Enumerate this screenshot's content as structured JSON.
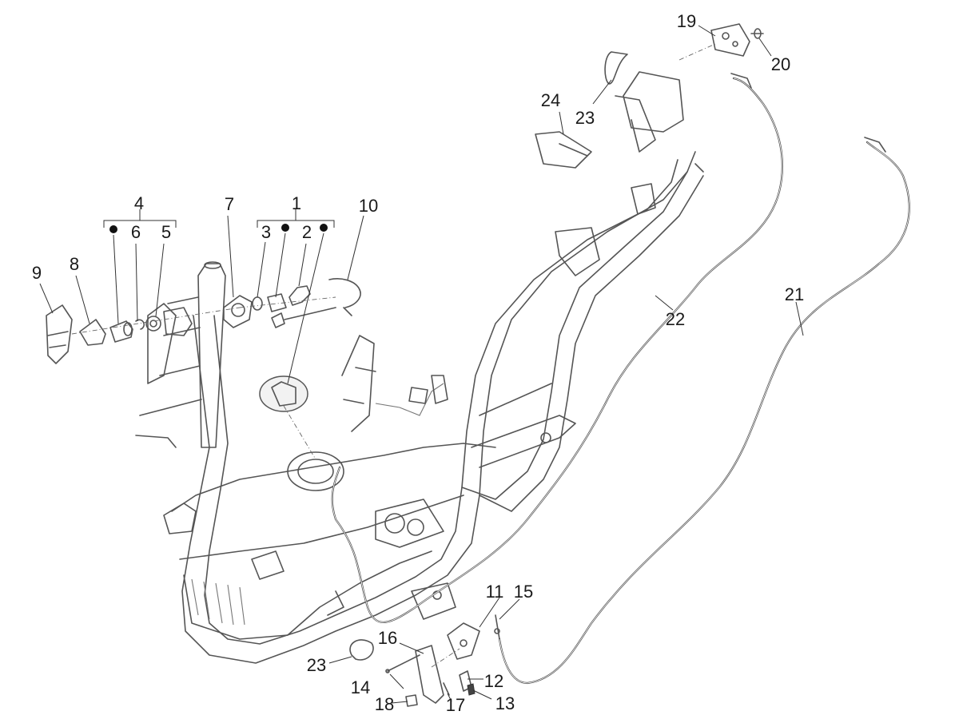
{
  "callouts": [
    {
      "id": "1",
      "text": "1"
    },
    {
      "id": "2",
      "text": "2"
    },
    {
      "id": "3",
      "text": "3"
    },
    {
      "id": "4",
      "text": "4"
    },
    {
      "id": "5",
      "text": "5"
    },
    {
      "id": "6",
      "text": "6"
    },
    {
      "id": "7",
      "text": "7"
    },
    {
      "id": "8",
      "text": "8"
    },
    {
      "id": "9",
      "text": "9"
    },
    {
      "id": "10",
      "text": "10"
    },
    {
      "id": "11",
      "text": "11"
    },
    {
      "id": "12",
      "text": "12"
    },
    {
      "id": "13",
      "text": "13"
    },
    {
      "id": "14",
      "text": "14"
    },
    {
      "id": "15",
      "text": "15"
    },
    {
      "id": "16",
      "text": "16"
    },
    {
      "id": "17",
      "text": "17"
    },
    {
      "id": "18",
      "text": "18"
    },
    {
      "id": "19",
      "text": "19"
    },
    {
      "id": "20",
      "text": "20"
    },
    {
      "id": "21",
      "text": "21"
    },
    {
      "id": "22",
      "text": "22"
    },
    {
      "id": "23a",
      "text": "23"
    },
    {
      "id": "23b",
      "text": "23"
    },
    {
      "id": "24",
      "text": "24"
    }
  ],
  "colors": {
    "line": "#555555",
    "text": "#1a1a1a",
    "background": "#ffffff"
  }
}
